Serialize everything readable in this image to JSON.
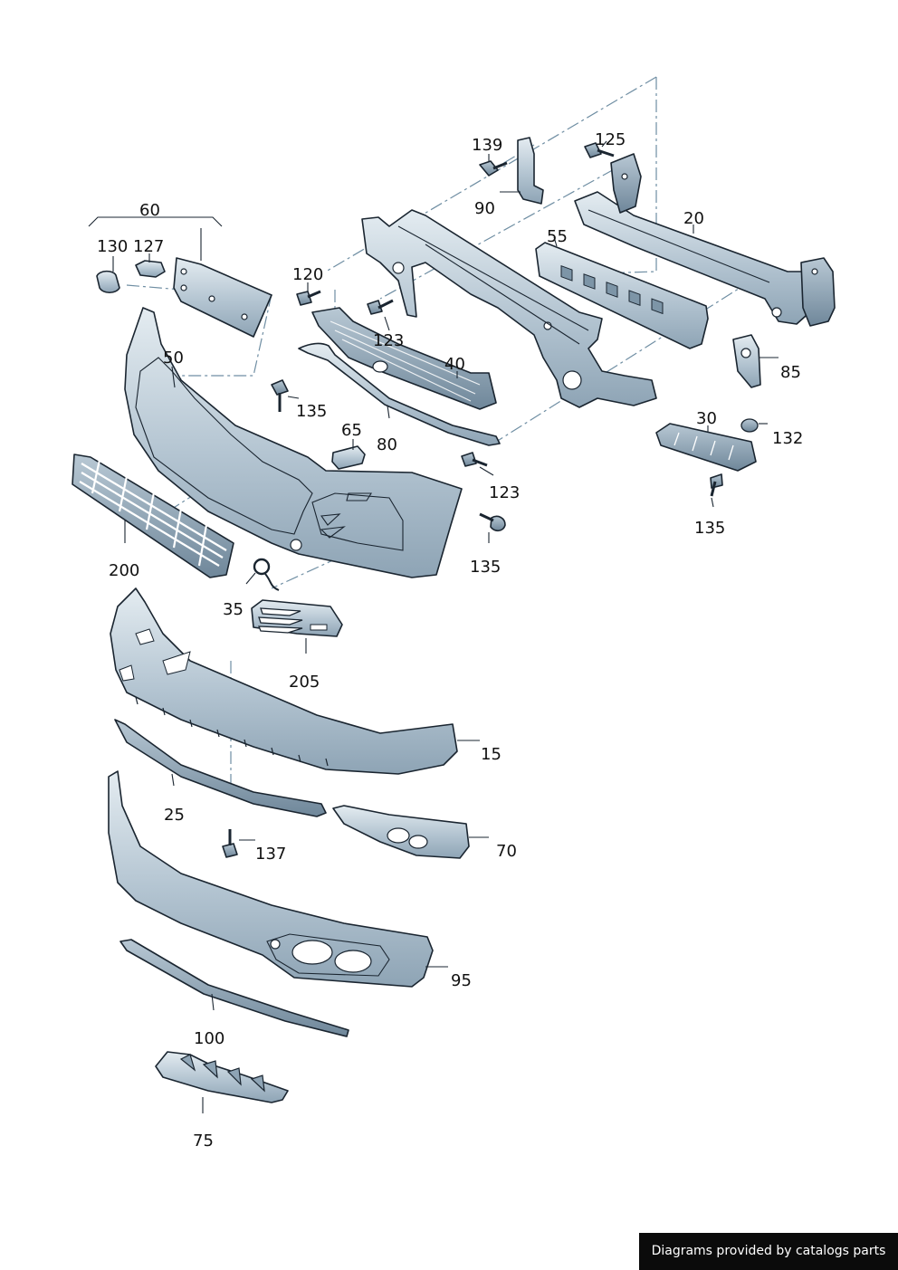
{
  "colors": {
    "part_light": "#dde6ec",
    "part_mid": "#a9bccb",
    "part_dark": "#7d95a7",
    "outline": "#1a2530",
    "dash_line": "#6f8ea3",
    "credit_bg": "#0b0b0b"
  },
  "labels": {
    "p60": "60",
    "p130": "130",
    "p127": "127",
    "p50": "50",
    "p120": "120",
    "p139": "139",
    "p90": "90",
    "p125": "125",
    "p20": "20",
    "p55": "55",
    "p123a": "123",
    "p40": "40",
    "p135a": "135",
    "p65": "65",
    "p80": "80",
    "p85": "85",
    "p30": "30",
    "p132": "132",
    "p123b": "123",
    "p135b": "135",
    "p135c": "135",
    "p200": "200",
    "p35": "35",
    "p205": "205",
    "p15": "15",
    "p25": "25",
    "p137": "137",
    "p70": "70",
    "p95": "95",
    "p100": "100",
    "p75": "75"
  },
  "credit": "Diagrams provided by catalogs parts"
}
